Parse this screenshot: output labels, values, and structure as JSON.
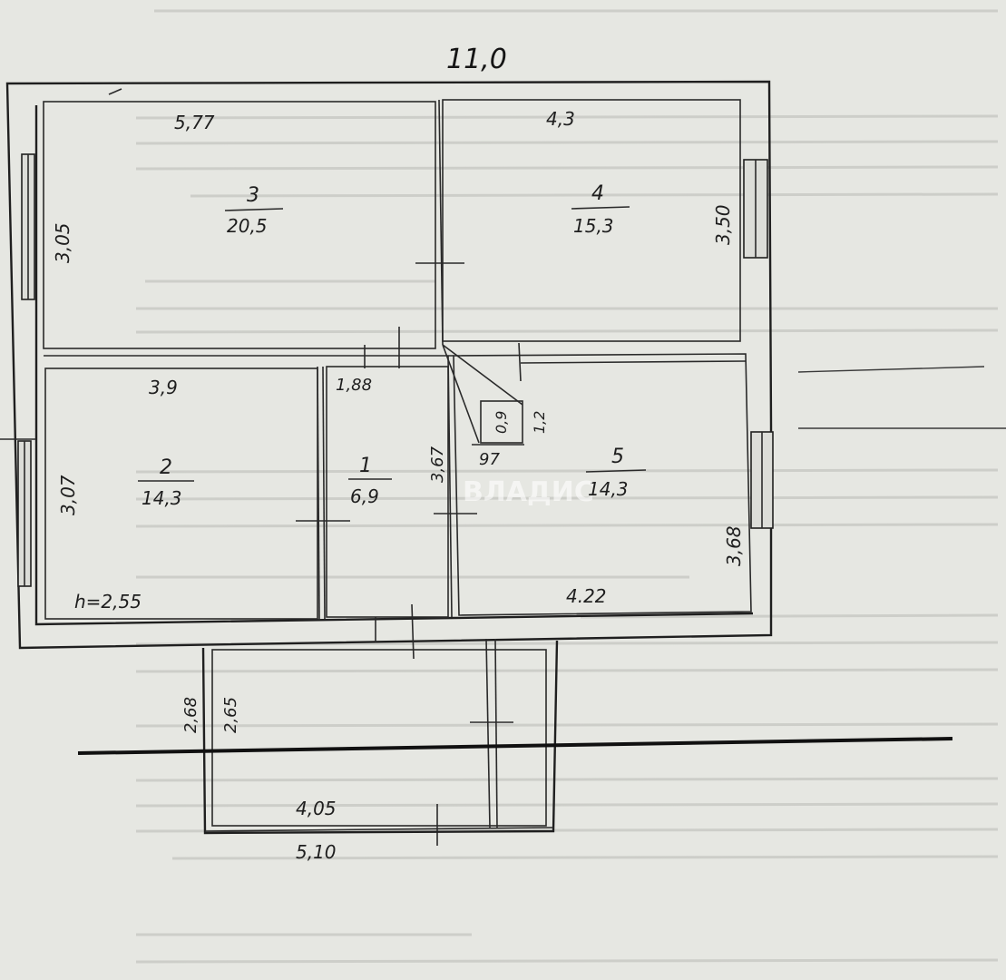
{
  "plan": {
    "overall_width": "11,0",
    "rooms": [
      {
        "number": "1",
        "area": "6,9"
      },
      {
        "number": "2",
        "area": "14,3"
      },
      {
        "number": "3",
        "area": "20,5"
      },
      {
        "number": "4",
        "area": "15,3"
      },
      {
        "number": "5",
        "area": "14,3"
      }
    ],
    "dimensions": {
      "room3_width": "5,77",
      "room3_height": "3,05",
      "room4_width": "4,3",
      "room4_height": "3,50",
      "room2_width": "3,9",
      "room2_height": "3,07",
      "room1_width": "1,88",
      "room1_height": "3,67",
      "room5_width": "4.22",
      "room5_height": "3,68",
      "stair_a": "1,2",
      "stair_b": "0,9",
      "stair_c": "97",
      "ceiling_height": "h=2,55",
      "veranda_inner_width": "4,05",
      "veranda_outer_width": "5,10",
      "veranda_outer_height": "2,68",
      "veranda_inner_height": "2,65"
    },
    "watermark": "ВЛАДИС"
  }
}
